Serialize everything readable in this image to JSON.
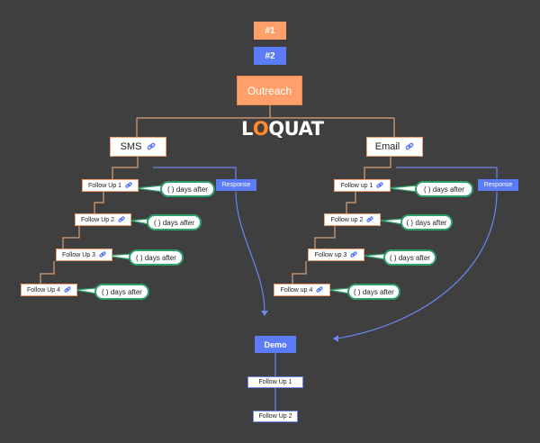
{
  "steps": {
    "first": "#1",
    "second": "#2"
  },
  "root": {
    "label": "Outreach"
  },
  "logo": {
    "text": "LOQUAT"
  },
  "branches": [
    {
      "channel": "SMS",
      "response": "Response",
      "followups": [
        "Follow Up 1",
        "Follow Up 2",
        "Follow Up 3",
        "Follow Up 4"
      ],
      "delay_label": "( ) days after"
    },
    {
      "channel": "Email",
      "response": "Response",
      "followups": [
        "Follow up 1",
        "Follow up 2",
        "Follow up 3",
        "Follow up 4"
      ],
      "delay_label": "( ) days after"
    }
  ],
  "demo": {
    "label": "Demo",
    "followups": [
      "Follow Up 1",
      "Follow Up 2"
    ]
  },
  "colors": {
    "orange": "#ffa06a",
    "blue": "#5b7cf6",
    "green": "#2e9e6a",
    "line_orange": "#d9a27a"
  },
  "icons": {
    "link": "link-icon"
  }
}
